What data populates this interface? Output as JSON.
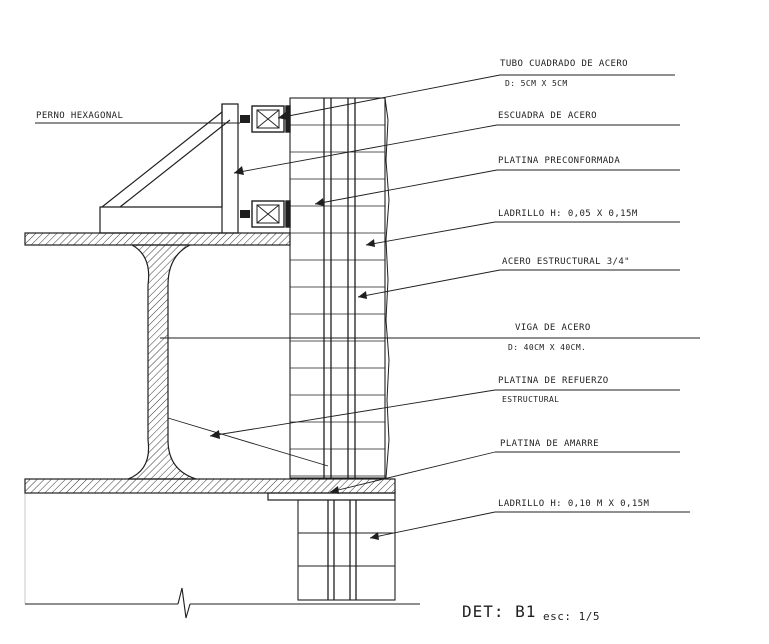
{
  "labels": {
    "tubo_cuadrado": "TUBO CUADRADO DE ACERO",
    "tubo_cuadrado_dim": "d: 5cm x 5cm",
    "perno_hexagonal": "PERNO HEXAGONAL",
    "escuadra": "ESCUADRA DE ACERO",
    "platina_preconformada": "PLATINA PRECONFORMADA",
    "ladrillo_top": "LADRILLO  h: 0,05 x 0,15m",
    "acero_estructural": "ACERO ESTRUCTURAL  3/4\"",
    "viga": "VIGA  DE  ACERO",
    "viga_dim": "d: 40cm x 40cm.",
    "platina_refuerzo": "PLATINA  DE  REFUERZO",
    "platina_refuerzo_2": "ESTRUCTURAL",
    "platina_amarre": "PLATINA DE AMARRE",
    "ladrillo_bottom": "LADRILLO  h: 0,10 m x 0,15m"
  },
  "title": {
    "main": "DET: B1",
    "scale": "esc: 1/5"
  },
  "colors": {
    "ink": "#1f1f1f",
    "paper": "#ffffff"
  }
}
